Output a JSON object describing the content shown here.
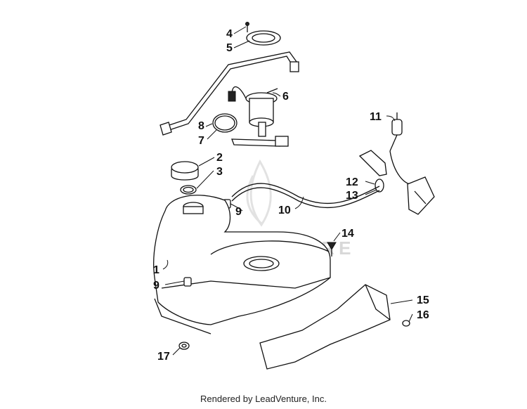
{
  "diagram": {
    "callouts": [
      {
        "id": "c4",
        "label": "4"
      },
      {
        "id": "c5",
        "label": "5"
      },
      {
        "id": "c6",
        "label": "6"
      },
      {
        "id": "c8",
        "label": "8"
      },
      {
        "id": "c7",
        "label": "7"
      },
      {
        "id": "c11",
        "label": "11"
      },
      {
        "id": "c2",
        "label": "2"
      },
      {
        "id": "c3",
        "label": "3"
      },
      {
        "id": "c12",
        "label": "12"
      },
      {
        "id": "c13",
        "label": "13"
      },
      {
        "id": "c9a",
        "label": "9"
      },
      {
        "id": "c10",
        "label": "10"
      },
      {
        "id": "c14",
        "label": "14"
      },
      {
        "id": "c1",
        "label": "1"
      },
      {
        "id": "c9b",
        "label": "9"
      },
      {
        "id": "c15",
        "label": "15"
      },
      {
        "id": "c16",
        "label": "16"
      },
      {
        "id": "c17",
        "label": "17"
      }
    ],
    "watermark": "LEADVENTURE"
  },
  "footer": {
    "text": "Rendered by LeadVenture, Inc."
  }
}
